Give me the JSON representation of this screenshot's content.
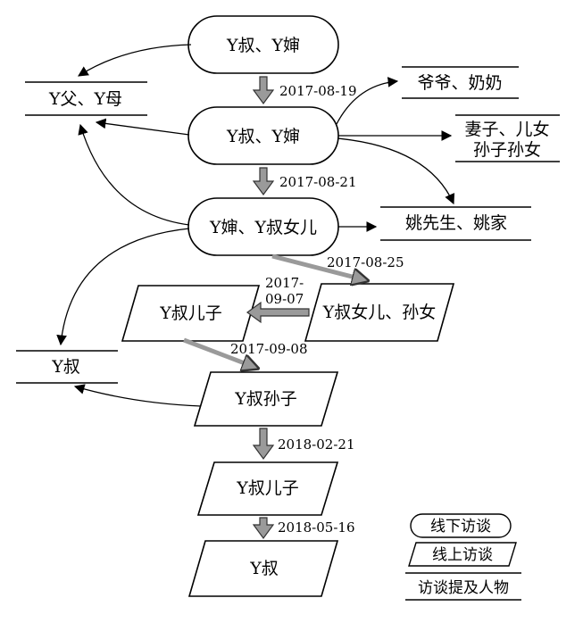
{
  "interview_nodes": [
    {
      "id": "n1",
      "label": "Y叔、Y婶",
      "mode": "offline"
    },
    {
      "id": "n2",
      "label": "Y叔、Y婶",
      "mode": "offline"
    },
    {
      "id": "n3",
      "label": "Y婶、Y叔女儿",
      "mode": "offline"
    },
    {
      "id": "n4",
      "label": "Y叔女儿、孙女",
      "mode": "online"
    },
    {
      "id": "n5",
      "label": "Y叔儿子",
      "mode": "online"
    },
    {
      "id": "n6",
      "label": "Y叔孙子",
      "mode": "online"
    },
    {
      "id": "n7",
      "label": "Y叔儿子",
      "mode": "online"
    },
    {
      "id": "n8",
      "label": "Y叔",
      "mode": "online"
    }
  ],
  "mentioned_persons": [
    {
      "id": "p1",
      "label": "Y父、Y母"
    },
    {
      "id": "p2",
      "label": "爷爷、奶奶"
    },
    {
      "id": "p3a",
      "label": "妻子、儿女"
    },
    {
      "id": "p3b",
      "label": "孙子孙女"
    },
    {
      "id": "p4",
      "label": "姚先生、姚家"
    },
    {
      "id": "p5",
      "label": "Y叔"
    }
  ],
  "dates": {
    "d1": "2017-08-19",
    "d2": "2017-08-21",
    "d3": "2017-08-25",
    "d4a": "2017-",
    "d4b": "09-07",
    "d5": "2017-09-08",
    "d6": "2018-02-21",
    "d7": "2018-05-16"
  },
  "legend": {
    "offline": "线下访谈",
    "online": "线上访谈",
    "mentioned": "访谈提及人物"
  }
}
